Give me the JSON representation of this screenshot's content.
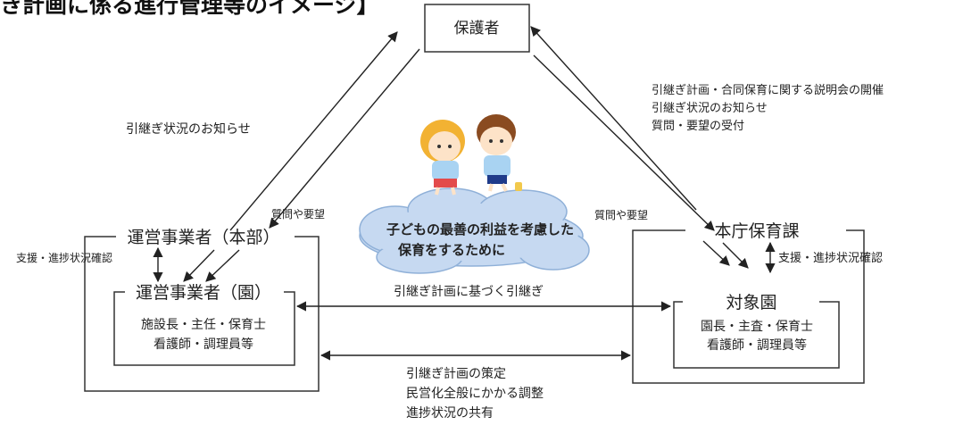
{
  "title_fragment": "き計画に係る進行管理等のイメージ】",
  "nodes": {
    "guardian": "保護者",
    "operator_hq": "運営事業者（本部）",
    "operator_en": "運営事業者（園）",
    "operator_en_staff": [
      "施設長・主任・保育士",
      "看護師・調理員等"
    ],
    "city_office": "本庁保育課",
    "target_en": "対象園",
    "target_en_staff": [
      "園長・主査・保育士",
      "看護師・調理員等"
    ]
  },
  "labels": {
    "notice_left": "引継ぎ状況のお知らせ",
    "questions_left": "質問や要望",
    "support_left": "支援・進捗状況確認",
    "guardian_right": [
      "引継ぎ計画・合同保育に関する説明会の開催",
      "引継ぎ状況のお知らせ",
      "質問・要望の受付"
    ],
    "questions_right": "質問や要望",
    "support_right": "支援・進捗状況確認",
    "handover": "引継ぎ計画に基づく引継ぎ",
    "bottom": [
      "引継ぎ計画の策定",
      "民営化全般にかかる調整",
      "進捗状況の共有"
    ],
    "cloud": [
      "子どもの最善の利益を考慮した",
      "保育をするために"
    ]
  },
  "colors": {
    "cloud_fill": "#c6d9f1",
    "cloud_stroke": "#8fb0d8"
  }
}
